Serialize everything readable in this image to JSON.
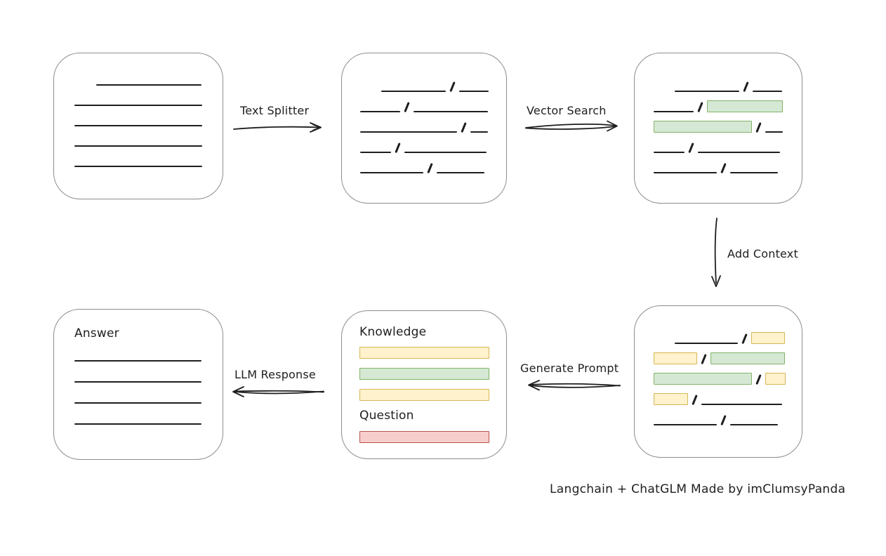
{
  "labels": {
    "text_splitter": "Text Splitter",
    "vector_search": "Vector Search",
    "add_context": "Add Context",
    "generate_prompt": "Generate Prompt",
    "llm_response": "LLM Response",
    "knowledge": "Knowledge",
    "question": "Question",
    "answer": "Answer",
    "caption": "Langchain + ChatGLM Made by imClumsyPanda"
  },
  "colors": {
    "box_border": "#8d8d8d",
    "stroke": "#1e1e1e",
    "green_fill": "#d5e8d4",
    "green_border": "#82b366",
    "yellow_fill": "#fff2cc",
    "yellow_border": "#d6b656",
    "red_fill": "#f8cecc",
    "red_border": "#b85450"
  },
  "nodes": {
    "source_document": {
      "lines": [
        {
          "w": 150,
          "indent": 31
        },
        {
          "w": 182
        },
        {
          "w": 182
        },
        {
          "w": 182
        },
        {
          "w": 182
        }
      ]
    },
    "split_chunks": {
      "rows": [
        [
          {
            "t": "gap",
            "w": 30
          },
          {
            "t": "line",
            "w": 92
          },
          {
            "t": "slash"
          },
          {
            "t": "line",
            "w": 42
          }
        ],
        [
          {
            "t": "line",
            "w": 57
          },
          {
            "t": "slash"
          },
          {
            "t": "line",
            "w": 106
          }
        ],
        [
          {
            "t": "line",
            "w": 138
          },
          {
            "t": "slash"
          },
          {
            "t": "line",
            "w": 25
          }
        ],
        [
          {
            "t": "line",
            "w": 44
          },
          {
            "t": "slash"
          },
          {
            "t": "line",
            "w": 117
          }
        ],
        [
          {
            "t": "line",
            "w": 90
          },
          {
            "t": "slash"
          },
          {
            "t": "line",
            "w": 68
          }
        ]
      ]
    },
    "retrieved_chunks": {
      "rows": [
        [
          {
            "t": "gap",
            "w": 30
          },
          {
            "t": "line",
            "w": 92
          },
          {
            "t": "slash"
          },
          {
            "t": "line",
            "w": 42
          }
        ],
        [
          {
            "t": "line",
            "w": 57
          },
          {
            "t": "slash"
          },
          {
            "t": "box",
            "c": "green",
            "w": 106
          }
        ],
        [
          {
            "t": "box",
            "c": "green",
            "w": 138
          },
          {
            "t": "slash"
          },
          {
            "t": "line",
            "w": 25
          }
        ],
        [
          {
            "t": "line",
            "w": 44
          },
          {
            "t": "slash"
          },
          {
            "t": "line",
            "w": 117
          }
        ],
        [
          {
            "t": "line",
            "w": 90
          },
          {
            "t": "slash"
          },
          {
            "t": "line",
            "w": 68
          }
        ]
      ]
    },
    "context_chunks": {
      "rows": [
        [
          {
            "t": "gap",
            "w": 30
          },
          {
            "t": "line",
            "w": 90
          },
          {
            "t": "slash"
          },
          {
            "t": "box",
            "c": "yellow",
            "w": 46
          }
        ],
        [
          {
            "t": "box",
            "c": "yellow",
            "w": 60
          },
          {
            "t": "slash"
          },
          {
            "t": "box",
            "c": "green",
            "w": 104
          }
        ],
        [
          {
            "t": "box",
            "c": "green",
            "w": 138
          },
          {
            "t": "slash"
          },
          {
            "t": "box",
            "c": "yellow",
            "w": 27
          }
        ],
        [
          {
            "t": "box",
            "c": "yellow",
            "w": 47
          },
          {
            "t": "slash"
          },
          {
            "t": "line",
            "w": 115
          }
        ],
        [
          {
            "t": "line",
            "w": 90
          },
          {
            "t": "slash"
          },
          {
            "t": "line",
            "w": 68
          }
        ]
      ]
    },
    "prompt": {
      "knowledge_bars": [
        {
          "c": "yellow"
        },
        {
          "c": "green"
        },
        {
          "c": "yellow"
        }
      ],
      "question_bars": [
        {
          "c": "red"
        }
      ]
    },
    "answer": {
      "lines": [
        {
          "w": 181
        },
        {
          "w": 181
        },
        {
          "w": 181
        },
        {
          "w": 181
        }
      ]
    }
  }
}
